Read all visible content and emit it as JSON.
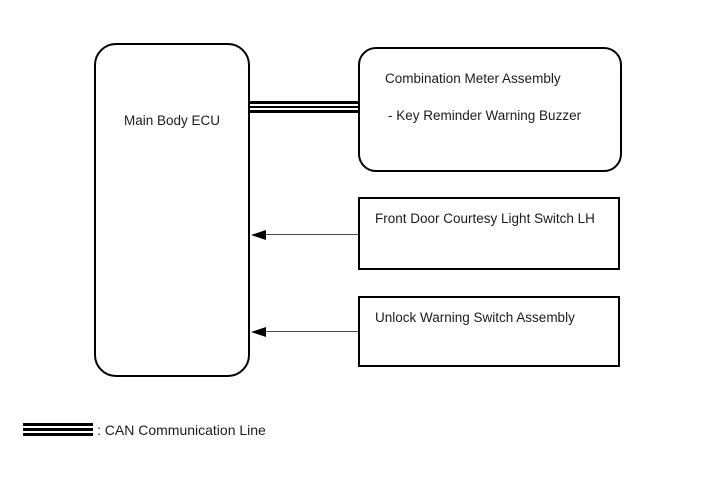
{
  "diagram": {
    "nodes": {
      "main_ecu": {
        "label": "Main Body ECU"
      },
      "combination_meter": {
        "title": "Combination Meter Assembly",
        "subitem": "- Key Reminder Warning Buzzer"
      },
      "front_door_switch": {
        "label": "Front Door Courtesy Light Switch LH"
      },
      "unlock_switch": {
        "label": "Unlock Warning Switch Assembly"
      }
    },
    "connections": {
      "can_line": "CAN communication line between Main Body ECU and Combination Meter Assembly",
      "arrow_front_door": "Front Door Courtesy Light Switch LH to Main Body ECU",
      "arrow_unlock": "Unlock Warning Switch Assembly to Main Body ECU"
    },
    "legend": {
      "label": ": CAN Communication Line"
    },
    "colors": {
      "background": "#ffffff",
      "stroke": "#000000",
      "text": "#1c1c1c"
    }
  }
}
